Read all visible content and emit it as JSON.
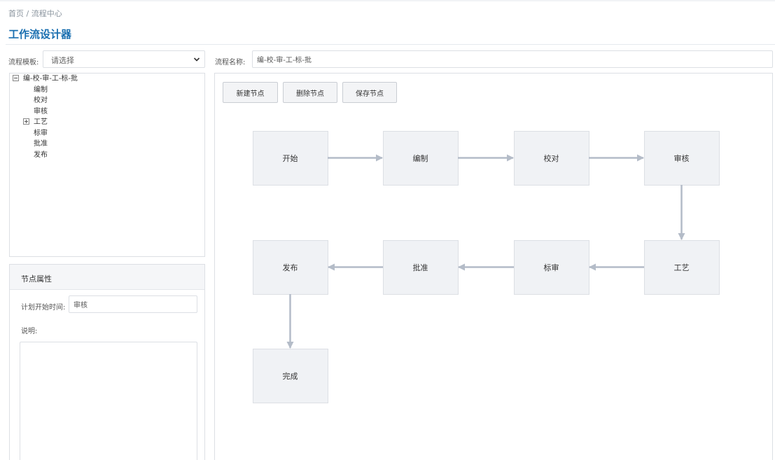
{
  "breadcrumb": {
    "home": "首页",
    "separator": " / ",
    "current": "流程中心"
  },
  "page": {
    "title": "工作流设计器"
  },
  "template": {
    "label": "流程模板:",
    "placeholder": "请选择"
  },
  "flow_name": {
    "label": "流程名称:",
    "value": "编-校-审-工-标-批"
  },
  "tree": {
    "root": {
      "label": "编-校-审-工-标-批",
      "expanded": true
    },
    "children": [
      {
        "label": "编制"
      },
      {
        "label": "校对"
      },
      {
        "label": "审核"
      },
      {
        "label": "工艺",
        "collapsed": true
      },
      {
        "label": "标审"
      },
      {
        "label": "批准"
      },
      {
        "label": "发布"
      }
    ]
  },
  "properties": {
    "title": "节点属性",
    "start_time_label": "计划开始时间:",
    "start_time_value": "审核",
    "description_label": "说明:",
    "description_value": ""
  },
  "toolbar": {
    "new_node": "新建节点",
    "delete_node": "删除节点",
    "save_node": "保存节点"
  },
  "flow": {
    "nodes": [
      {
        "id": "start",
        "label": "开始"
      },
      {
        "id": "compile",
        "label": "编制"
      },
      {
        "id": "proofread",
        "label": "校对"
      },
      {
        "id": "review",
        "label": "审核"
      },
      {
        "id": "process",
        "label": "工艺"
      },
      {
        "id": "standard",
        "label": "标审"
      },
      {
        "id": "approve",
        "label": "批准"
      },
      {
        "id": "publish",
        "label": "发布"
      },
      {
        "id": "complete",
        "label": "完成"
      }
    ],
    "edges": [
      [
        "start",
        "compile"
      ],
      [
        "compile",
        "proofread"
      ],
      [
        "proofread",
        "review"
      ],
      [
        "review",
        "process"
      ],
      [
        "process",
        "standard"
      ],
      [
        "standard",
        "approve"
      ],
      [
        "approve",
        "publish"
      ],
      [
        "publish",
        "complete"
      ]
    ]
  },
  "colors": {
    "title": "#1a6fb0",
    "node_fill": "#f0f2f5",
    "node_border": "#dcdfe4",
    "arrow": "#b4bcc8"
  }
}
